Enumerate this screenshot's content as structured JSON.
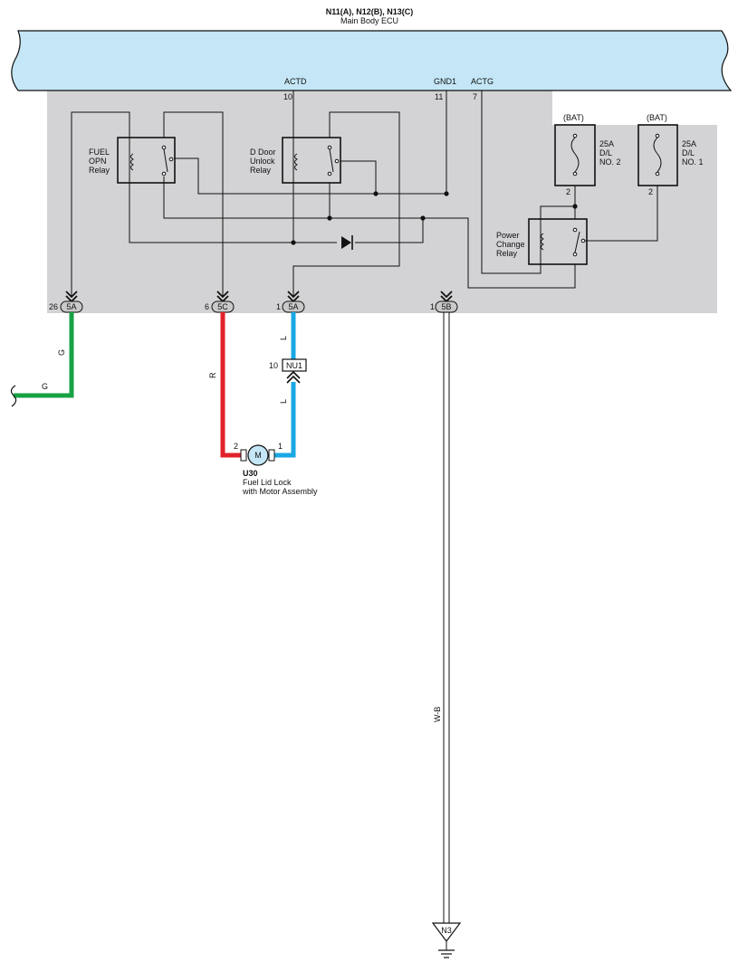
{
  "ecu": {
    "connectors": "N11(A), N12(B), N13(C)",
    "name": "Main Body ECU",
    "terminals": {
      "actd": {
        "name": "ACTD",
        "pin": "10"
      },
      "gnd1": {
        "name": "GND1",
        "pin": "11"
      },
      "actg": {
        "name": "ACTG",
        "pin": "7"
      }
    }
  },
  "relays": {
    "fuel_opn": [
      "FUEL",
      "OPN",
      "Relay"
    ],
    "d_door_unlock": [
      "D Door",
      "Unlock",
      "Relay"
    ],
    "power_change": [
      "Power",
      "Change",
      "Relay"
    ]
  },
  "fuses": {
    "dl_no2": {
      "source": "(BAT)",
      "lines": [
        "25A",
        "D/L",
        "NO. 2"
      ],
      "pin": "2"
    },
    "dl_no1": {
      "source": "(BAT)",
      "lines": [
        "25A",
        "D/L",
        "NO. 1"
      ],
      "pin": "2"
    }
  },
  "connectors": {
    "c5a_left": {
      "pin": "26",
      "id": "5A"
    },
    "c5c": {
      "pin": "6",
      "id": "5C"
    },
    "c5a_mid": {
      "pin": "1",
      "id": "5A"
    },
    "c5b": {
      "pin": "1",
      "id": "5B"
    }
  },
  "wires": {
    "green": "G",
    "green_branch": "G",
    "red": "R",
    "blue_upper": "L",
    "blue_lower": "L",
    "ground": "W-B"
  },
  "junction": {
    "pin": "10",
    "id": "NU1"
  },
  "motor": {
    "symbol": "M",
    "pin_left": "2",
    "pin_right": "1",
    "code": "U30",
    "name_lines": [
      "Fuel Lid Lock",
      "with Motor Assembly"
    ]
  },
  "ground_point": "N3",
  "colors": {
    "ecu_fill": "#c4e6f6",
    "module_fill": "#d3d3d5",
    "green_wire": "#17a244",
    "red_wire": "#e2222a",
    "blue_wire": "#1aa7e3",
    "connector_fill": "#c9c9c9"
  }
}
